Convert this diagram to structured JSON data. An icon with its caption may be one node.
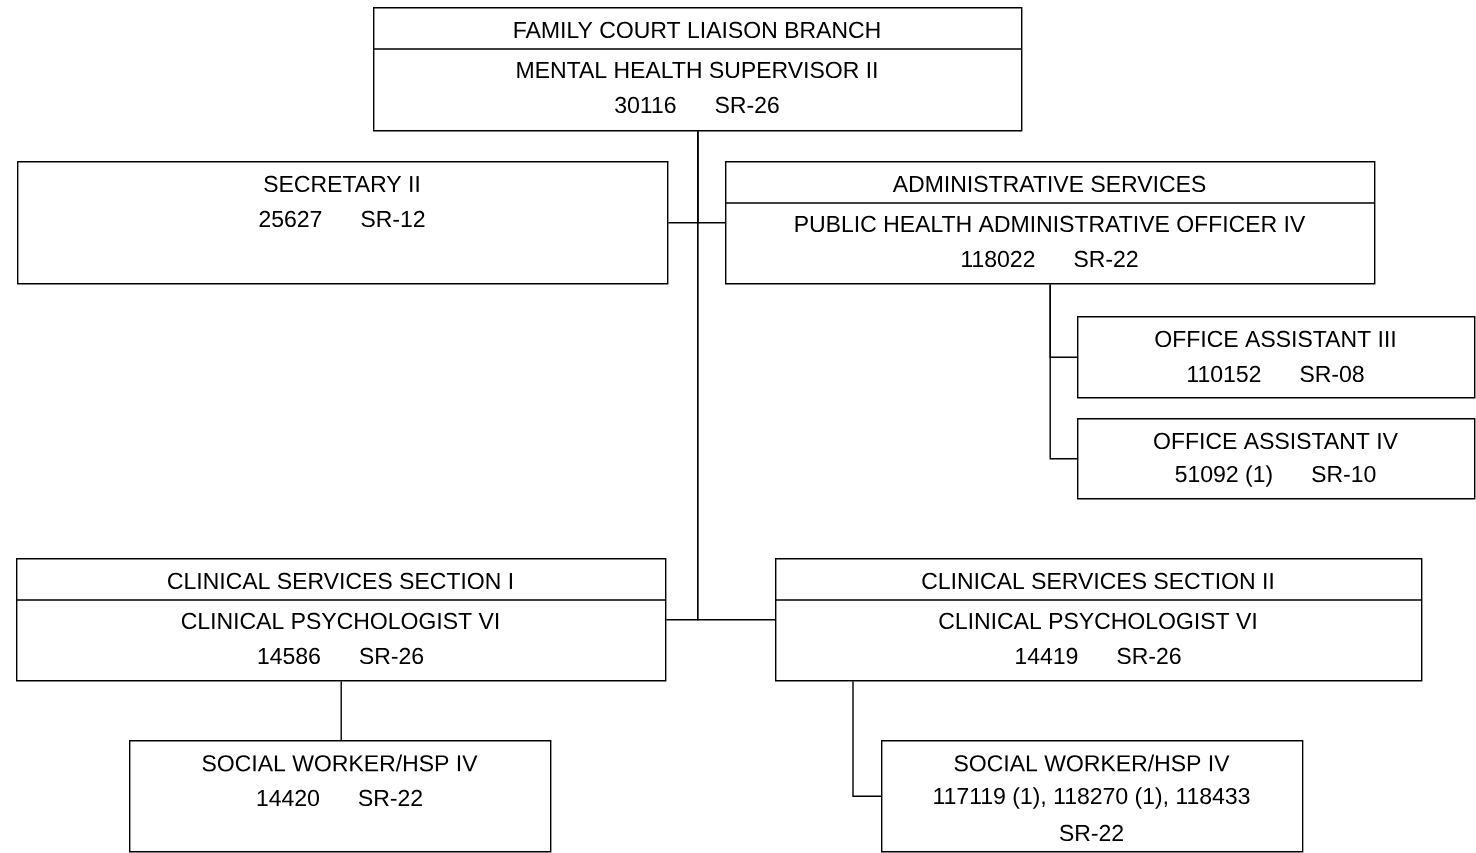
{
  "diagram": {
    "nodes": [
      {
        "text": [
          "FAMILY COURT LIAISON  BRANCH",
          "MENTAL HEALTH SUPERVISOR II",
          "30116",
          "SR-26"
        ]
      },
      {
        "text": [
          "SECRETARY II",
          "25627",
          "SR-12"
        ]
      },
      {
        "text": [
          "ADMINISTRATIVE SERVICES",
          "PUBLIC HEALTH ADMINISTRATIVE OFFICER IV",
          "118022",
          "SR-22"
        ]
      },
      {
        "text": [
          "OFFICE ASSISTANT III",
          "110152",
          "SR-08"
        ]
      },
      {
        "text": [
          "OFFICE ASSISTANT IV",
          "51092 (1)",
          "SR-10"
        ]
      },
      {
        "text": [
          "CLINICAL SERVICES SECTION I",
          "CLINICAL PSYCHOLOGIST VI",
          "14586",
          "SR-26"
        ]
      },
      {
        "text": [
          "CLINICAL SERVICES SECTION II",
          "CLINICAL PSYCHOLOGIST VI",
          "14419",
          "SR-26"
        ]
      },
      {
        "text": [
          "SOCIAL WORKER/HSP IV",
          "14420",
          "SR-22"
        ]
      },
      {
        "text": [
          "SOCIAL WORKER/HSP IV",
          "117119 (1), 118270 (1), 118433",
          "SR-22"
        ]
      }
    ],
    "edges": [
      {
        "from": 0,
        "to": 1,
        "arrow": "none"
      },
      {
        "from": 0,
        "to": 2,
        "arrow": "none"
      },
      {
        "from": 0,
        "to": 5,
        "arrow": "none"
      },
      {
        "from": 0,
        "to": 6,
        "arrow": "none"
      },
      {
        "from": 2,
        "to": 3,
        "arrow": "none"
      },
      {
        "from": 2,
        "to": 4,
        "arrow": "none"
      },
      {
        "from": 5,
        "to": 7,
        "arrow": "none"
      },
      {
        "from": 6,
        "to": 8,
        "arrow": "none"
      }
    ]
  }
}
